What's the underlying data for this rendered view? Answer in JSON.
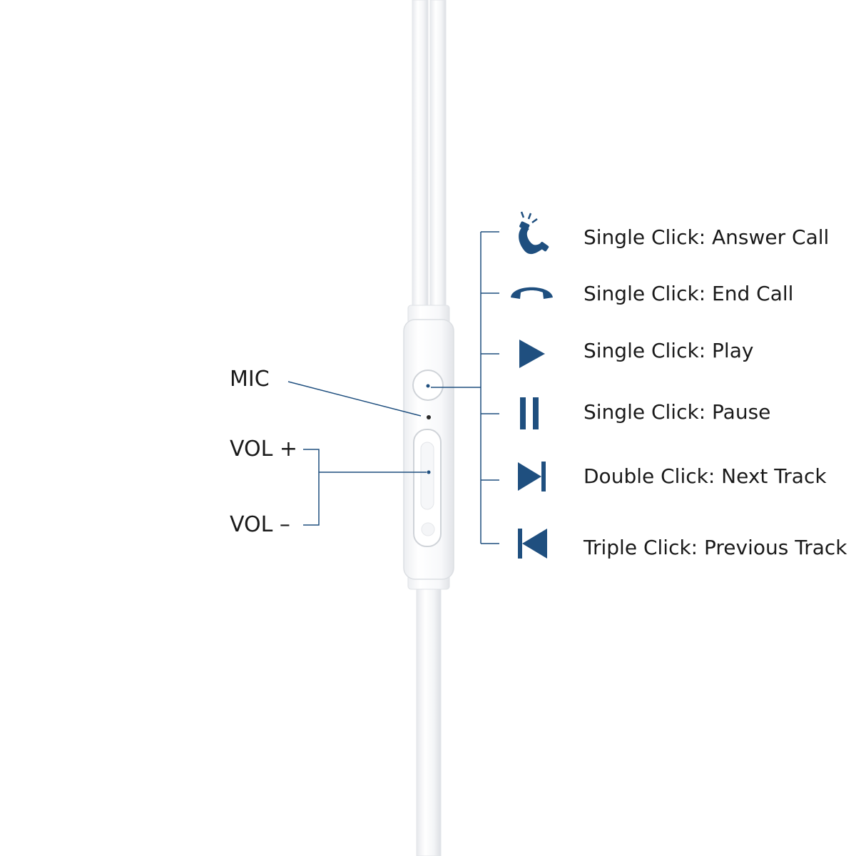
{
  "accent_color": "#1f4f7f",
  "side_labels": {
    "mic": "MIC",
    "vol_up": "VOL +",
    "vol_down": "VOL –"
  },
  "functions": [
    {
      "icon": "answer-call-icon",
      "text": "Single Click: Answer Call"
    },
    {
      "icon": "end-call-icon",
      "text": "Single Click: End Call"
    },
    {
      "icon": "play-icon",
      "text": "Single Click: Play"
    },
    {
      "icon": "pause-icon",
      "text": "Single Click: Pause"
    },
    {
      "icon": "next-track-icon",
      "text": "Double Click: Next Track"
    },
    {
      "icon": "previous-track-icon",
      "text": "Triple Click: Previous Track"
    }
  ]
}
